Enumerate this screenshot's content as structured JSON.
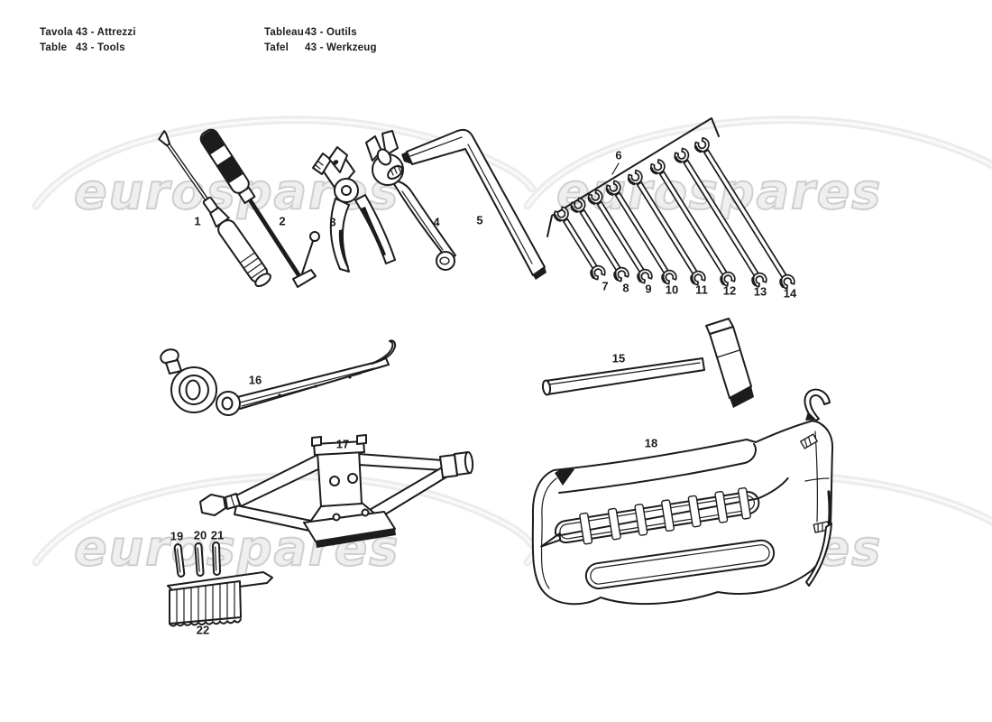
{
  "theme": {
    "ink": "#1c1c1c",
    "paper": "#ffffff",
    "watermark_fill": "#efefef",
    "watermark_outline": "#cfcfcf",
    "swoosh": "#ececec"
  },
  "header": {
    "rows_left": [
      {
        "label": "Tavola",
        "entry": "43 - Attrezzi"
      },
      {
        "label": "Table",
        "entry": "43 - Tools"
      }
    ],
    "rows_right": [
      {
        "label": "Tableau",
        "entry": "43 - Outils"
      },
      {
        "label": "Tafel",
        "entry": "43 - Werkzeug"
      }
    ]
  },
  "watermark": {
    "text": "eurospares"
  },
  "parts": [
    {
      "num": "1"
    },
    {
      "num": "2"
    },
    {
      "num": "3"
    },
    {
      "num": "4"
    },
    {
      "num": "5"
    },
    {
      "num": "6"
    },
    {
      "num": "7"
    },
    {
      "num": "8"
    },
    {
      "num": "9"
    },
    {
      "num": "10"
    },
    {
      "num": "11"
    },
    {
      "num": "12"
    },
    {
      "num": "13"
    },
    {
      "num": "14"
    },
    {
      "num": "15"
    },
    {
      "num": "16"
    },
    {
      "num": "17"
    },
    {
      "num": "18"
    },
    {
      "num": "19"
    },
    {
      "num": "20"
    },
    {
      "num": "21"
    },
    {
      "num": "22"
    }
  ]
}
